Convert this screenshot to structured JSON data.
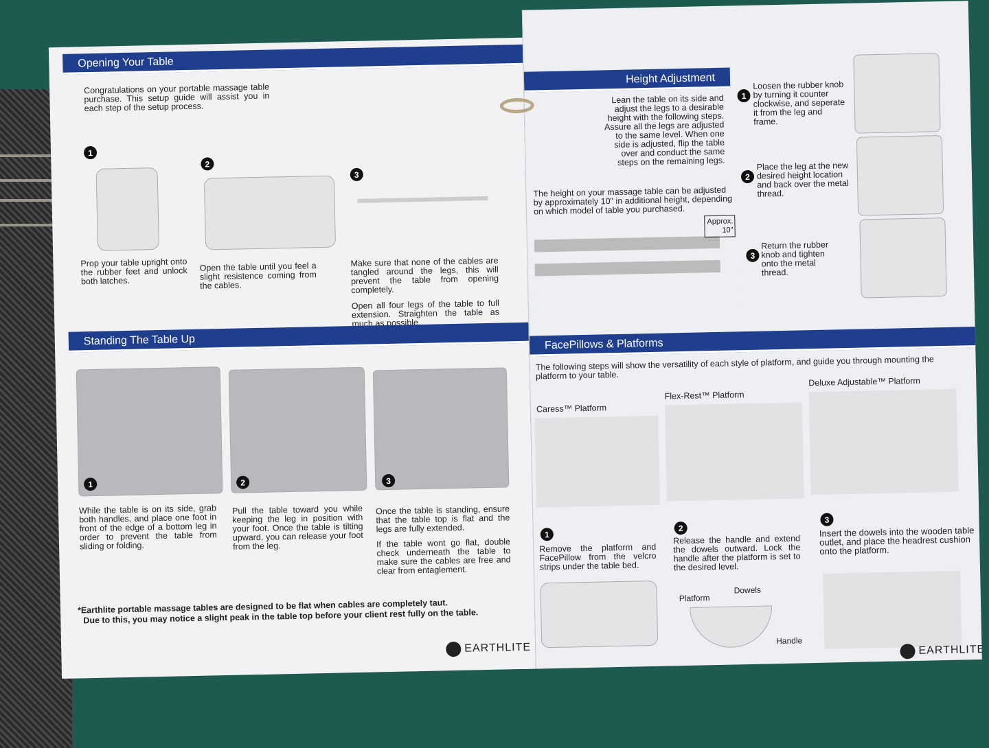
{
  "left_page": {
    "opening": {
      "title": "Opening Your Table",
      "intro": "Congratulations on your portable massage table purchase. This setup guide will assist you in each step of the setup process.",
      "steps": [
        {
          "n": "1",
          "text": "Prop your table upright onto the rubber feet and unlock both latches."
        },
        {
          "n": "2",
          "text": "Open the table until you feel a slight resistence coming from the cables."
        },
        {
          "n": "3",
          "text": "Make sure that none of the cables are tangled around the legs, this will prevent the table from opening completely.",
          "text2": "Open all four legs of the table to full extension. Straighten the table as much as possible."
        }
      ]
    },
    "standing": {
      "title": "Standing The Table Up",
      "steps": [
        {
          "n": "1",
          "text": "While the table is on its side, grab both handles, and place one foot in front of the edge of a bottom leg in order to prevent the table from sliding or folding."
        },
        {
          "n": "2",
          "text": "Pull the table toward you while keeping the leg in position with your foot. Once the table is tilting upward, you can release your foot from the leg."
        },
        {
          "n": "3",
          "text": "Once the table is standing, ensure that the table top is flat and the legs are fully extended.",
          "text2": "If the table wont go flat, double check underneath the table to make sure the cables are free and clear from entaglement."
        }
      ]
    },
    "note1": "*Earthlite portable massage tables are designed to be flat when cables are completely taut.",
    "note2": "Due to this, you may notice a slight peak in the table top before your client rest fully on the table.",
    "logo": "EARTHLITE"
  },
  "right_page": {
    "height": {
      "title": "Height Adjustment",
      "intro": "Lean the table on its side and adjust the legs to a desirable height with the following steps. Assure all the legs are adjusted to the same level. When one side is adjusted, flip the table over and conduct the same steps on the remaining legs.",
      "note": "The height on your massage table can be adjusted by approximately 10\" in additional height, depending on which model of table you purchased.",
      "approx": "Approx. 10\"",
      "steps": [
        {
          "n": "1",
          "text": "Loosen the rubber knob by turning it counter clockwise, and seperate it from the leg and frame."
        },
        {
          "n": "2",
          "text": "Place the leg at the new desired height location and back over the metal thread."
        },
        {
          "n": "3",
          "text": "Return the rubber knob and tighten onto the metal thread."
        }
      ]
    },
    "face": {
      "title": "FacePillows & Platforms",
      "intro": "The following steps will show the versatility of each style of platform, and guide you through mounting the platform to your table.",
      "platforms": [
        "Caress™ Platform",
        "Flex-Rest™ Platform",
        "Deluxe Adjustable™ Platform"
      ],
      "steps": [
        {
          "n": "1",
          "text": "Remove the platform and FacePillow from the velcro strips under the table bed."
        },
        {
          "n": "2",
          "text": "Release the handle and extend the dowels outward. Lock the handle after the platform is set to the desired level."
        },
        {
          "n": "3",
          "text": "Insert the dowels into the wooden table outlet, and place the headrest cushion onto the platform."
        }
      ],
      "labels": {
        "platform": "Platform",
        "dowels": "Dowels",
        "handle": "Handle"
      }
    },
    "logo": "EARTHLITE"
  }
}
